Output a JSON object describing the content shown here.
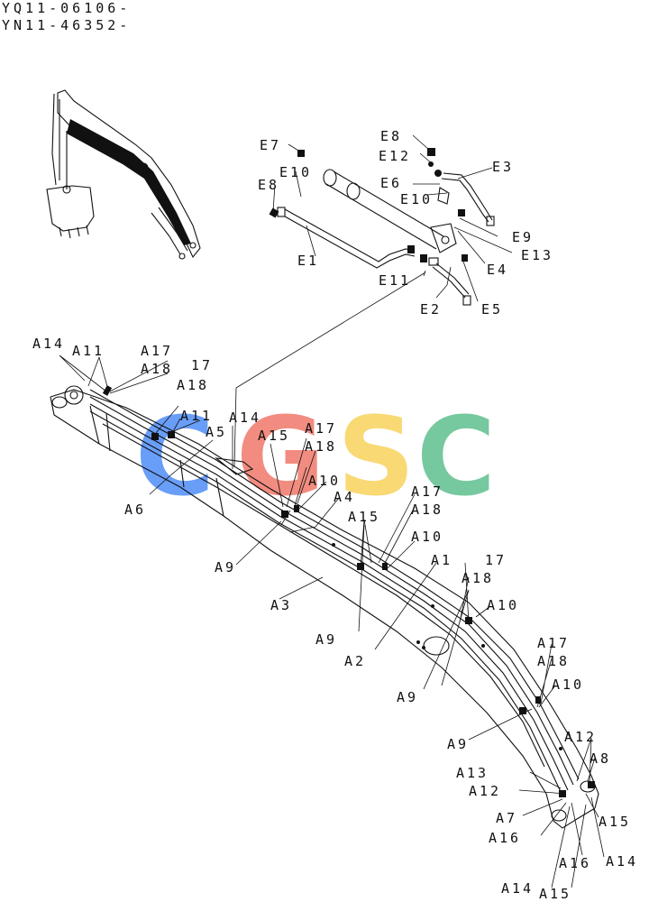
{
  "header": {
    "serial_1": "YQ11-06106-",
    "serial_2": "YN11-46352-"
  },
  "watermark": {
    "letters": [
      {
        "char": "C",
        "color": "#4f8ef7"
      },
      {
        "char": "G",
        "color": "#f0786a"
      },
      {
        "char": "S",
        "color": "#f7d35c"
      },
      {
        "char": "C",
        "color": "#5fbf8f"
      }
    ]
  },
  "labels": {
    "E7": "E7",
    "E8a": "E8",
    "E12": "E12",
    "E10a": "E10",
    "E6": "E6",
    "E3": "E3",
    "E10b": "E10",
    "E8b": "E8",
    "E9": "E9",
    "E13": "E13",
    "E1": "E1",
    "E4": "E4",
    "E11": "E11",
    "E2": "E2",
    "E5": "E5",
    "A14a": "A14",
    "A11a": "A11",
    "A17a": "A17",
    "A18a": "A18",
    "A17b": "17",
    "A18b": "A18",
    "A11b": "A11",
    "A14b": "A14",
    "A5": "A5",
    "A6": "A6",
    "A15a": "A15",
    "A17c": "A17",
    "A18c": "A18",
    "A10a": "A10",
    "A4": "A4",
    "A9a": "A9",
    "A17d": "A17",
    "A18d": "A18",
    "A15b": "A15",
    "A10b": "A10",
    "A3": "A3",
    "A1": "A1",
    "A17e": "17",
    "A18e": "A18",
    "A9b": "A9",
    "A10c": "A10",
    "A2": "A2",
    "A9c": "A9",
    "A17f": "A17",
    "A18f": "A18",
    "A10d": "A10",
    "A9d": "A9",
    "A12a": "A12",
    "A8": "A8",
    "A13": "A13",
    "A12b": "A12",
    "A7": "A7",
    "A15c": "A15",
    "A16a": "A16",
    "A16b": "A16",
    "A14c": "A14",
    "A14d": "A14",
    "A15d": "A15"
  }
}
